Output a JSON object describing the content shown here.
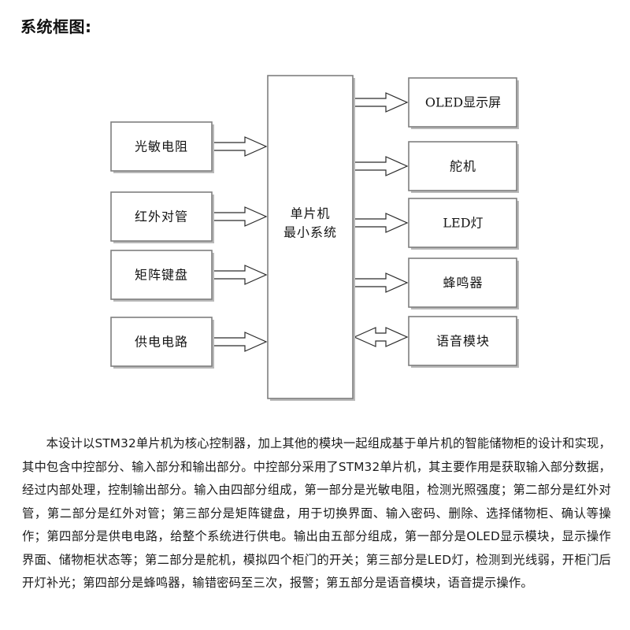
{
  "page": {
    "title": "系统框图:",
    "background_color": "#ffffff",
    "text_color": "#1b1b1b"
  },
  "diagram": {
    "type": "block-diagram",
    "border_color": "#7f7f7f",
    "arrow_outline_color": "#2b2b2b",
    "arrow_fill_color": "#ffffff",
    "block_fill_color": "#ffffff",
    "center": {
      "label_line1": "单片机",
      "label_line2": "最小系统"
    },
    "inputs": [
      {
        "label": "光敏电阻",
        "direction": "to-center"
      },
      {
        "label": "红外对管",
        "direction": "to-center"
      },
      {
        "label": "矩阵键盘",
        "direction": "to-center"
      },
      {
        "label": "供电电路",
        "direction": "to-center"
      }
    ],
    "outputs": [
      {
        "label": "OLED显示屏",
        "direction": "from-center"
      },
      {
        "label": "舵机",
        "direction": "from-center"
      },
      {
        "label": "LED灯",
        "direction": "from-center"
      },
      {
        "label": "蜂鸣器",
        "direction": "from-center"
      },
      {
        "label": "语音模块",
        "direction": "bidirectional"
      }
    ]
  },
  "body": {
    "paragraph": "本设计以STM32单片机为核心控制器，加上其他的模块一起组成基于单片机的智能储物柜的设计和实现，其中包含中控部分、输入部分和输出部分。中控部分采用了STM32单片机，其主要作用是获取输入部分数据，经过内部处理，控制输出部分。输入由四部分组成，第一部分是光敏电阻，检测光照强度；第二部分是红外对管，第二部分是红外对管；第三部分是矩阵键盘，用于切换界面、输入密码、删除、选择储物柜、确认等操作；第四部分是供电电路，给整个系统进行供电。输出由五部分组成，第一部分是OLED显示模块，显示操作界面、储物柜状态等；第二部分是舵机，模拟四个柜门的开关；第三部分是LED灯，检测到光线弱，开柜门后开灯补光；第四部分是蜂鸣器，输错密码至三次，报警；第五部分是语音模块，语音提示操作。"
  }
}
